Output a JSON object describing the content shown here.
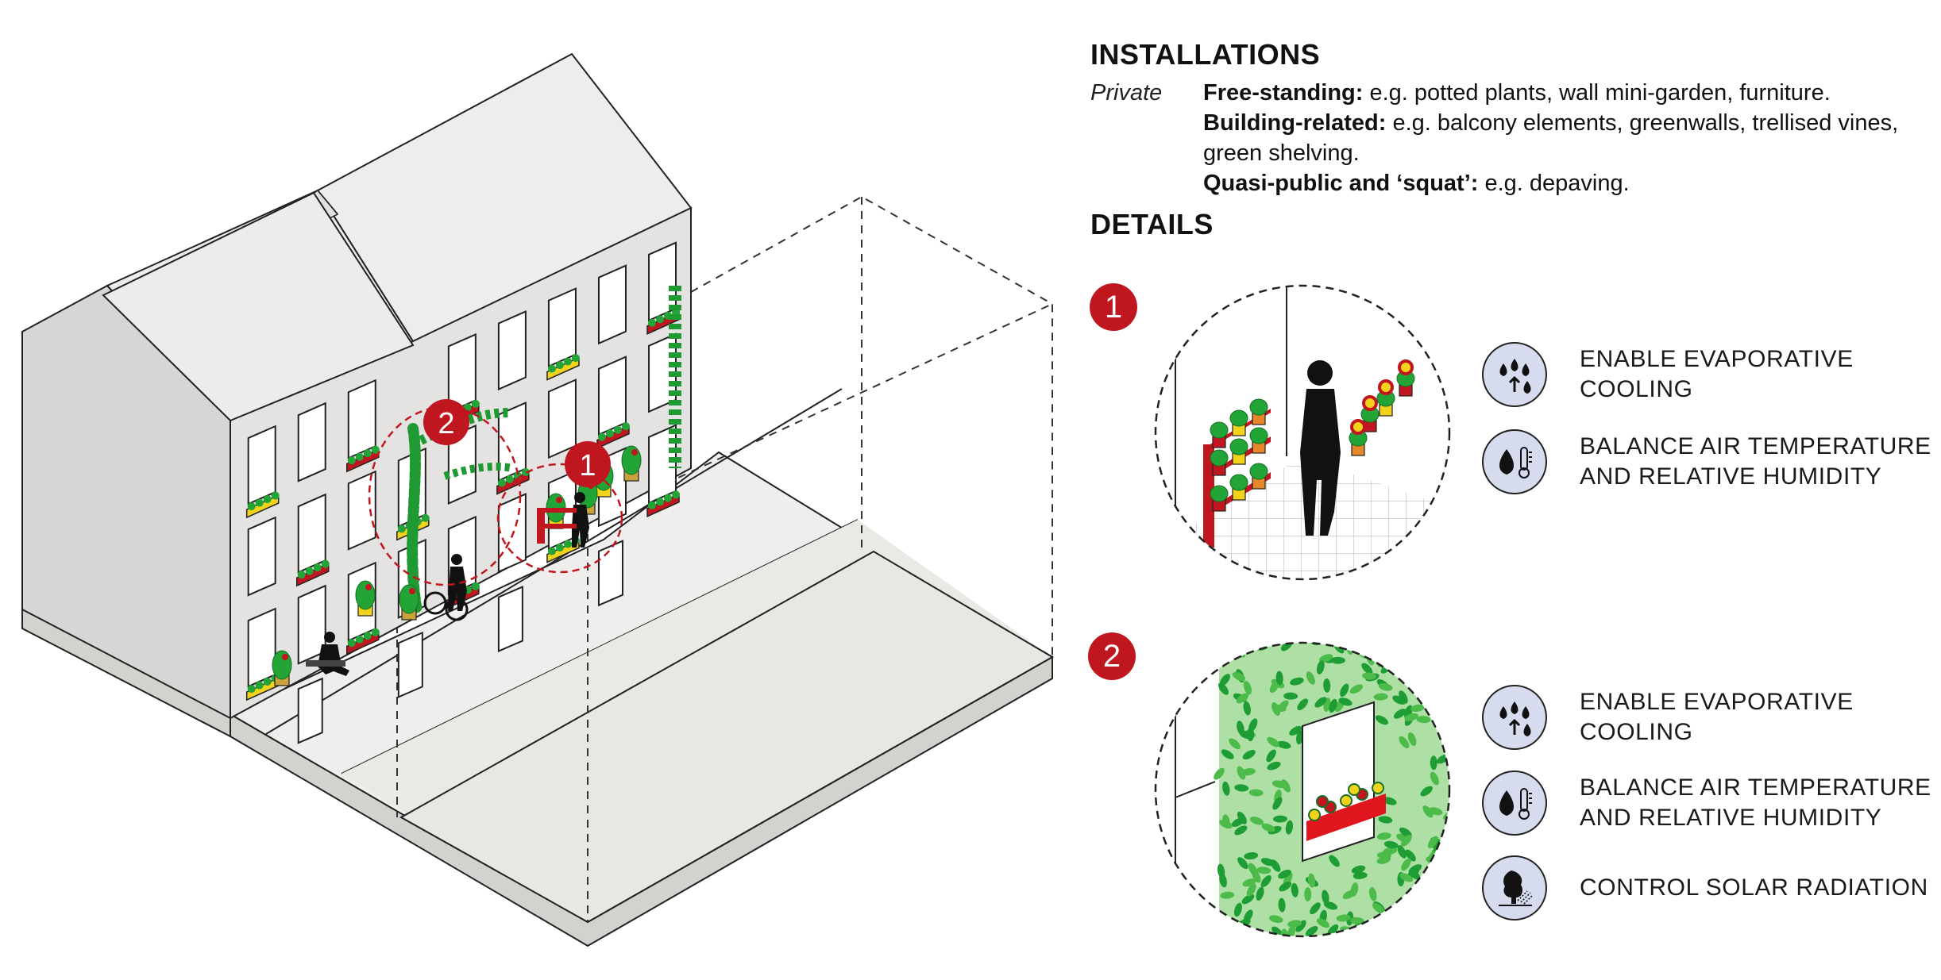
{
  "installations": {
    "heading": "INSTALLATIONS",
    "category": "Private",
    "items": [
      {
        "term": "Free-standing:",
        "text": " e.g. potted plants, wall mini-garden, furniture."
      },
      {
        "term": "Building-related:",
        "text": " e.g. balcony elements, greenwalls, trellised vines, green shelving."
      },
      {
        "term": "Quasi-public and ‘squat’:",
        "text": " e.g. depaving."
      }
    ]
  },
  "details": {
    "heading": "DETAILS",
    "items": [
      {
        "number": "1",
        "benefits": [
          {
            "icon": "evaporative-cooling-icon",
            "label": "ENABLE EVAPORATIVE COOLING"
          },
          {
            "icon": "air-temperature-humidity-icon",
            "label": "BALANCE AIR TEMPERATURE AND RELATIVE HUMIDITY"
          }
        ]
      },
      {
        "number": "2",
        "benefits": [
          {
            "icon": "evaporative-cooling-icon",
            "label": "ENABLE EVAPORATIVE COOLING"
          },
          {
            "icon": "air-temperature-humidity-icon",
            "label": "BALANCE AIR TEMPERATURE AND RELATIVE HUMIDITY"
          },
          {
            "icon": "solar-radiation-icon",
            "label": "CONTROL SOLAR RADIATION"
          }
        ]
      }
    ]
  },
  "scene_markers": [
    "1",
    "2"
  ],
  "colors": {
    "accent_red": "#c0161f",
    "plant_green": "#22a536",
    "flower_yellow": "#f2d21a",
    "wall_gray": "#e6e5e3",
    "roof_gray": "#ebeae8",
    "icon_fill": "#d6dcee"
  }
}
